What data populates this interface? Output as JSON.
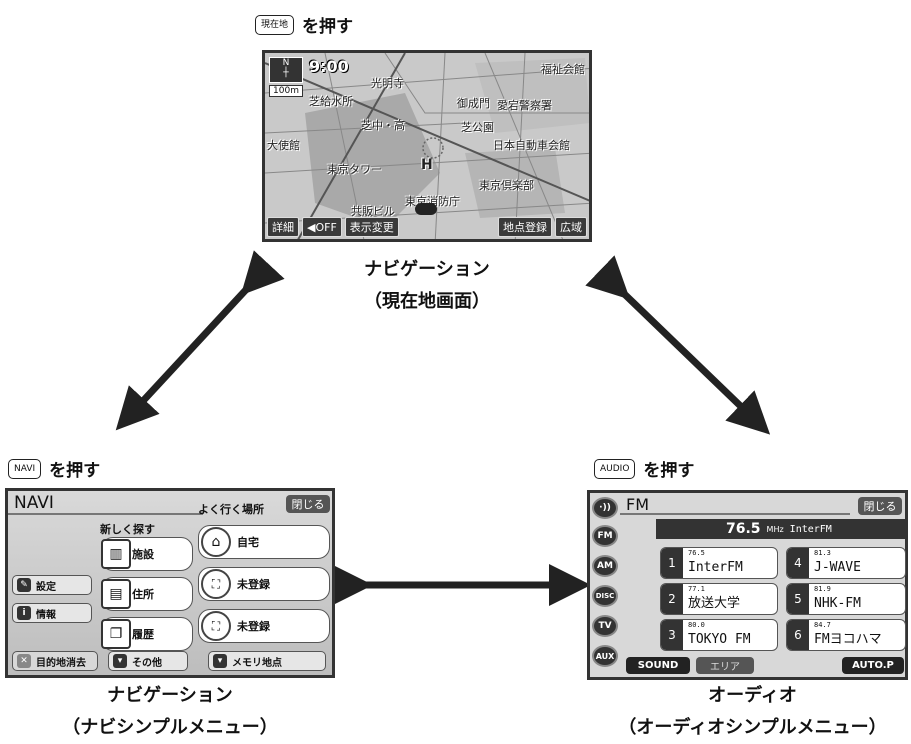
{
  "top": {
    "key_label": "現在地",
    "press_text": "を押す",
    "caption_line1": "ナビゲーション",
    "caption_line2": "（現在地画面）",
    "map": {
      "time": "9:00",
      "scale": "100m",
      "labels": [
        "芝給水所",
        "光明寺",
        "御成門",
        "芝中・高",
        "芝公園",
        "東京タワー",
        "日本自動車会館",
        "東京倶楽部",
        "愛宕警察署",
        "福祉会館",
        "H",
        "大使館",
        "東京消防庁",
        "共販ビル"
      ],
      "buttons": [
        "詳細",
        "◀OFF",
        "表示変更",
        "地点登録",
        "広域"
      ]
    }
  },
  "left": {
    "key_label": "NAVI",
    "press_text": "を押す",
    "caption_line1": "ナビゲーション",
    "caption_line2": "（ナビシンプルメニュー）",
    "menu": {
      "title": "NAVI",
      "favorites": "よく行く場所",
      "close": "閉じる",
      "new_search": "新しく探す",
      "items": [
        "施設",
        "住所",
        "履歴"
      ],
      "places": [
        "自宅",
        "未登録",
        "未登録"
      ],
      "side": [
        "設定",
        "情報"
      ],
      "bottom": [
        "目的地消去",
        "その他",
        "メモリ地点"
      ]
    }
  },
  "right": {
    "key_label": "AUDIO",
    "press_text": "を押す",
    "caption_line1": "オーディオ",
    "caption_line2": "（オーディオシンプルメニュー）",
    "menu": {
      "band": "FM",
      "close": "閉じる",
      "freq": "76.5",
      "unit": "MHz",
      "station": "InterFM",
      "sources": [
        "FM",
        "AM",
        "DISC",
        "TV",
        "AUX"
      ],
      "presets": [
        {
          "num": "1",
          "freq": "76.5",
          "name": "InterFM"
        },
        {
          "num": "2",
          "freq": "77.1",
          "name": "放送大学"
        },
        {
          "num": "3",
          "freq": "80.0",
          "name": "TOKYO FM"
        },
        {
          "num": "4",
          "freq": "81.3",
          "name": "J-WAVE"
        },
        {
          "num": "5",
          "freq": "81.9",
          "name": "NHK-FM"
        },
        {
          "num": "6",
          "freq": "84.7",
          "name": "FMヨコハマ"
        }
      ],
      "sound": "SOUND",
      "area": "エリア",
      "auto": "AUTO.P"
    }
  }
}
